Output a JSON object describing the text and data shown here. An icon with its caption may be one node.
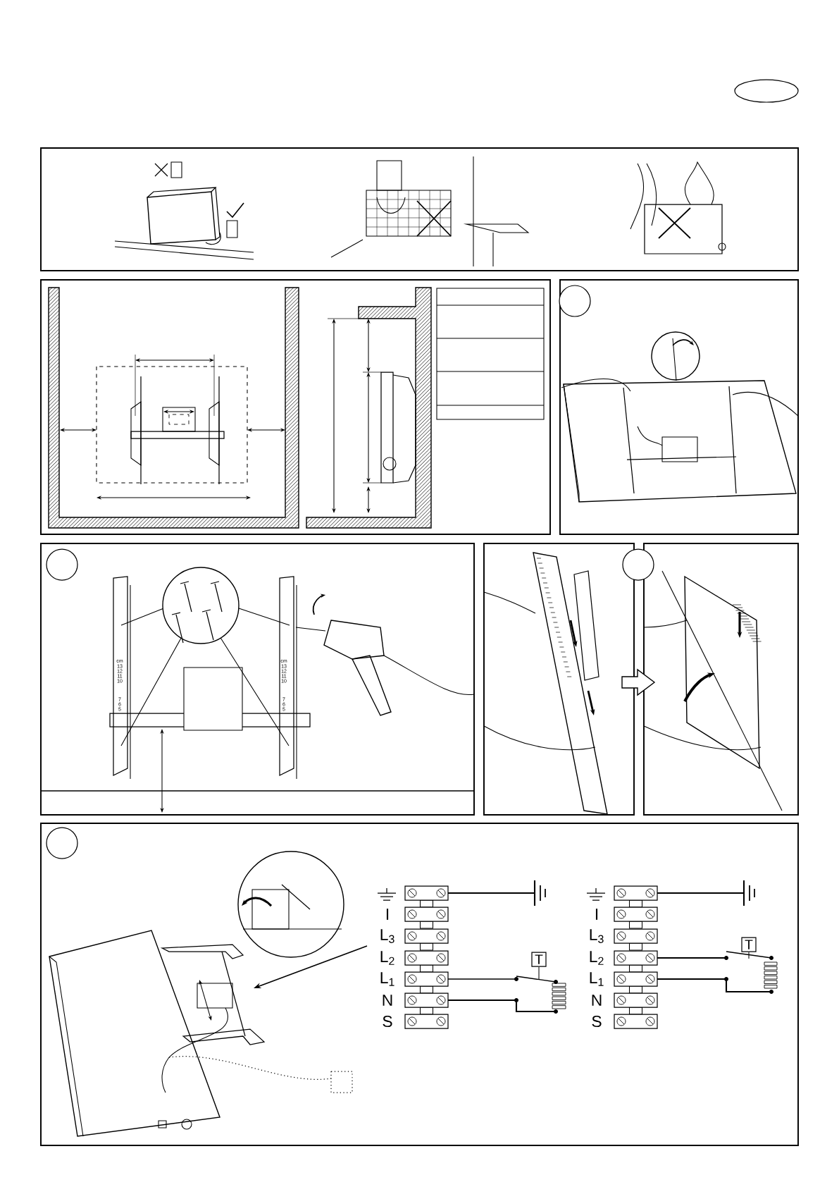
{
  "diagram": {
    "nodes": [
      {
        "text": [],
        "shape": "ellipse"
      },
      {
        "text": [],
        "shape": "circle"
      },
      {
        "text": [],
        "shape": "circle"
      },
      {
        "text": [],
        "shape": "circle"
      },
      {
        "text": [],
        "shape": "circle"
      },
      {
        "text": [
          "T"
        ]
      },
      {
        "text": [
          "T"
        ]
      }
    ],
    "labels": [
      "cm",
      "13",
      "12",
      "11",
      "10",
      "7",
      "6",
      "5",
      "cm",
      "13",
      "12",
      "11",
      "10",
      "7",
      "6",
      "5",
      "I",
      "L$_{3}$",
      "L$_{2}$",
      "L$_{1}$",
      "N",
      "S",
      "I",
      "L$_{3}$",
      "L$_{2}$",
      "L$_{1}$",
      "N",
      "S"
    ]
  }
}
